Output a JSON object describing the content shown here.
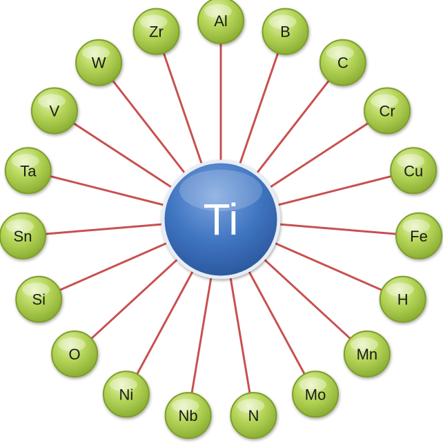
{
  "diagram": {
    "center": {
      "label": "Ti"
    },
    "satellites": [
      {
        "label": "Al"
      },
      {
        "label": "B"
      },
      {
        "label": "C"
      },
      {
        "label": "Cr"
      },
      {
        "label": "Cu"
      },
      {
        "label": "Fe"
      },
      {
        "label": "H"
      },
      {
        "label": "Mn"
      },
      {
        "label": "Mo"
      },
      {
        "label": "N"
      },
      {
        "label": "Nb"
      },
      {
        "label": "Ni"
      },
      {
        "label": "O"
      },
      {
        "label": "Si"
      },
      {
        "label": "Sn"
      },
      {
        "label": "Ta"
      },
      {
        "label": "V"
      },
      {
        "label": "W"
      },
      {
        "label": "Zr"
      }
    ],
    "colors": {
      "connector": "#c8504f",
      "satellite_fill": "#a6cb48",
      "satellite_stroke": "#7e9e2c",
      "center_fill": "#3f74c0",
      "center_stroke": "#e8edf5"
    }
  }
}
